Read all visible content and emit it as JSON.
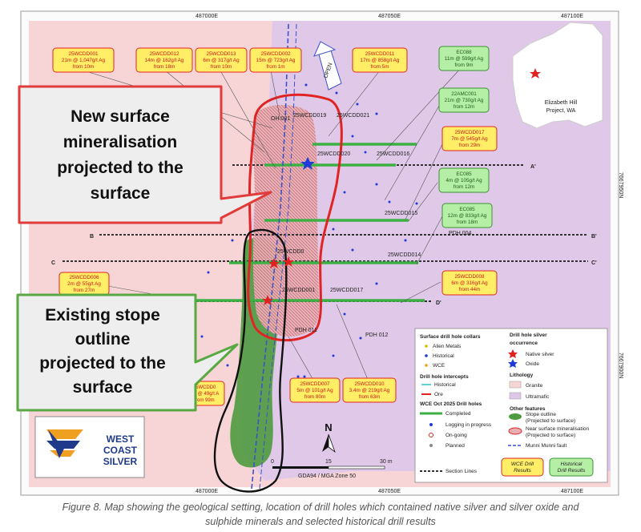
{
  "grid": {
    "top_labels": [
      "487000E",
      "487050E",
      "487100E"
    ],
    "bottom_labels": [
      "487000E",
      "487050E",
      "487100E"
    ],
    "right_labels": [
      "7667950N",
      "7667900N"
    ]
  },
  "callouts": {
    "new_surface": [
      "New surface",
      "mineralisation",
      "projected to the",
      "surface"
    ],
    "existing_stope": [
      "Existing stope",
      "outline",
      "projected to the",
      "surface"
    ]
  },
  "inset": {
    "label_1": "Elizabeth Hill",
    "label_2": "Project, WA"
  },
  "results_wce": [
    {
      "hole": "25WCDD001",
      "l1": "21m @ 1,047g/t Ag",
      "l2": "from 10m"
    },
    {
      "hole": "25WCDD012",
      "l1": "14m @ 162g/t Ag",
      "l2": "from 18m"
    },
    {
      "hole": "25WCDD013",
      "l1": "6m @ 317g/t Ag",
      "l2": "from 10m"
    },
    {
      "hole": "25WCDD002",
      "l1": "15m @ 723g/t Ag",
      "l2": "from 1m"
    },
    {
      "hole": "25WCDD011",
      "l1": "17m @ 858g/t Ag",
      "l2": "from 5m"
    },
    {
      "hole": "25WCDD017",
      "l1": "7m @ 545g/t Ag",
      "l2": "from 29m"
    },
    {
      "hole": "25WCDD008",
      "l1": "6m @ 316g/t Ag",
      "l2": "from 44m"
    },
    {
      "hole": "25WCDD006",
      "l1": "2m @ 55g/t Ag",
      "l2": "from 27m"
    },
    {
      "hole": "25WCDD007",
      "l1": "5m @ 101g/t Ag",
      "l2": "from 80m"
    },
    {
      "hole": "25WCDD010",
      "l1": "3.4m @ 219g/t Ag",
      "l2": "from 63m"
    },
    {
      "hole": "25WCDD0",
      "l1": "4m @ 49g/t A",
      "l2": "from 99m"
    }
  ],
  "results_hist": [
    {
      "hole": "EC088",
      "l1": "11m @ 599g/t Ag",
      "l2": "from 9m"
    },
    {
      "hole": "22AMC001",
      "l1": "21m @ 730g/t Ag",
      "l2": "from 12m"
    },
    {
      "hole": "EC085",
      "l1": "4m @ 105g/t Ag",
      "l2": "from 12m"
    },
    {
      "hole": "EC085",
      "l1": "12m @ 833g/t Ag",
      "l2": "from 18m"
    }
  ],
  "hole_labels": [
    "25WCDD019",
    "25WCDD021",
    "25WCDD020",
    "25WCDD016",
    "25WCDD015",
    "25WCDD014",
    "25WCDD017",
    "25WCDD001",
    "PDH 012",
    "PDH 004",
    "PDH 011",
    "OH 001",
    "25WCDD0"
  ],
  "section_labels": {
    "a_right": "A'",
    "b_left": "B",
    "b_right": "B'",
    "c_left": "C",
    "c_right": "C'",
    "d_right": "D'"
  },
  "open_pit_label": "OPEN",
  "north": "N",
  "scale": {
    "zero": "0",
    "mid": "15",
    "end": "30 m",
    "datum": "GDA94 / MGA Zone 50"
  },
  "logo": {
    "line1": "WEST",
    "line2": "COAST",
    "line3": "SILVER"
  },
  "legend": {
    "collars_title": "Surface drill hole collars",
    "alien": "Alien Metals",
    "historical": "Historical",
    "wce": "WCE",
    "intercepts_title": "Drill hole intercepts",
    "int_hist": "Historical",
    "int_ore": "Ore",
    "wce_title": "WCE Oct 2025 Drill holes",
    "completed": "Completed",
    "logging": "Logging in progress",
    "ongoing": "On-going",
    "planned": "Planned",
    "section_lines": "Section Lines",
    "occ_title_1": "Drill hole silver",
    "occ_title_2": "occurrence",
    "native": "Native silver",
    "oxide": "Oxide",
    "lith_title": "Lithology",
    "granite": "Granite",
    "ultramafic": "Ultramafic",
    "other_title": "Other features",
    "stope_1": "Stope outline",
    "stope_2": "(Projected to surface)",
    "near_1": "Near surface mineralisation",
    "near_2": "(Projected to surface)",
    "fault": "Munni Munni fault",
    "wce_res_1": "WCE Drill",
    "wce_res_2": "Results",
    "hist_res_1": "Historical",
    "hist_res_2": "Drill Results"
  },
  "caption_1": "Figure 8. Map showing the geological setting, location of drill holes which contained native silver and silver oxide and",
  "caption_2": "sulphide minerals and selected historical drill results",
  "colors": {
    "granite": "#f7d5d6",
    "ultramafic": "#ddc8ea",
    "stope": "#4e9a3f",
    "red_callout": "#e23b3b",
    "green_callout": "#5aa844",
    "wce_box": "#ffee66",
    "hist_box": "#b5efa6",
    "blue_star": "#1e3ad8"
  }
}
